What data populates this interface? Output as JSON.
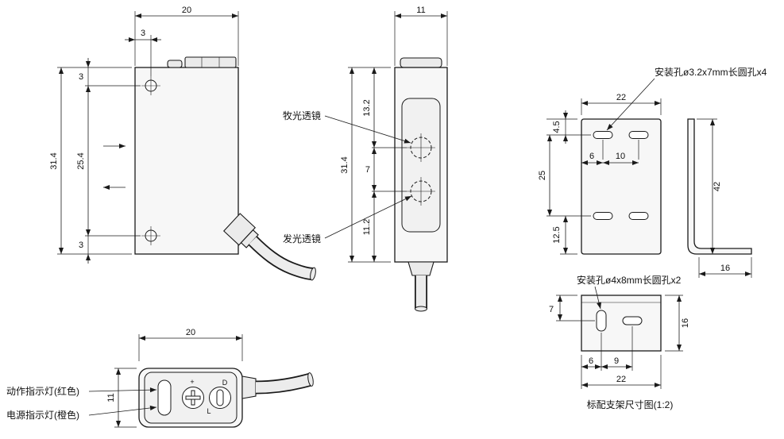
{
  "front_view": {
    "dim_width": "20",
    "dim_hole_offset_x": "3",
    "dim_height_total": "31.4",
    "dim_hole_spacing": "25.4",
    "dim_top_to_hole": "3",
    "dim_bottom_to_hole": "3"
  },
  "side_view": {
    "dim_width": "11",
    "dim_height_total": "31.4",
    "dim_top_to_receiver": "13.2",
    "dim_lens_spacing": "7",
    "dim_emitter_to_bottom": "11.2",
    "label_receiver_lens": "牧光透镜",
    "label_emitter_lens": "发光透镜"
  },
  "bottom_view": {
    "dim_width": "20",
    "dim_height": "11",
    "label_operation_led": "动作指示灯(红色)",
    "label_power_led": "电源指示灯(橙色)",
    "mark_plus": "+",
    "mark_dark_on": "D",
    "mark_light_on": "L"
  },
  "bracket_front_view": {
    "note_mounting_holes": "安装孔ø3.2x7mm长圆孔x4",
    "dim_width": "22",
    "dim_top_to_slot": "4.5",
    "dim_slot_row_spacing": "25",
    "dim_slot_to_bottom": "12.5",
    "dim_edge_to_slot": "6",
    "dim_slot_col_spacing": "10",
    "dim_height": "42",
    "dim_foot_depth": "16"
  },
  "bracket_foot_view": {
    "note_mounting_holes": "安装孔ø4x8mm长圆孔x2",
    "dim_top_to_slot": "7",
    "dim_depth": "16",
    "dim_edge_to_slot": "6",
    "dim_slot_spacing": "9",
    "dim_width": "22",
    "caption": "标配支架尺寸图(1:2)"
  }
}
